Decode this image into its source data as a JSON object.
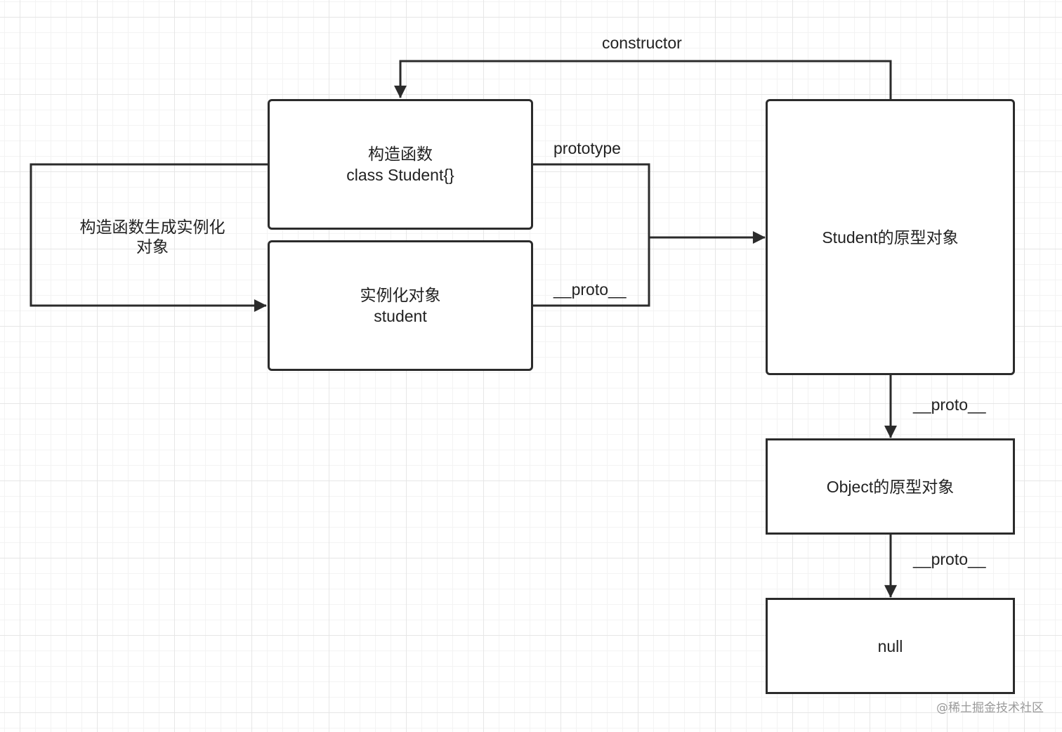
{
  "nodes": {
    "constructor_fn": {
      "line1": "构造函数",
      "line2": "class Student{}"
    },
    "instance": {
      "line1": "实例化对象",
      "line2": "student"
    },
    "student_proto": {
      "label": "Student的原型对象"
    },
    "object_proto": {
      "label": "Object的原型对象"
    },
    "null_node": {
      "label": "null"
    }
  },
  "edges": {
    "constructor": "constructor",
    "prototype": "prototype",
    "instance_proto": "__proto__",
    "student_proto_proto": "__proto__",
    "object_proto_proto": "__proto__",
    "instantiate_line1": "构造函数生成实例化",
    "instantiate_line2": "对象"
  },
  "watermark": "@稀土掘金技术社区",
  "colors": {
    "line": "#2b2b2b",
    "grid_major": "#e6e6e6",
    "grid_minor": "#f3f3f3"
  }
}
